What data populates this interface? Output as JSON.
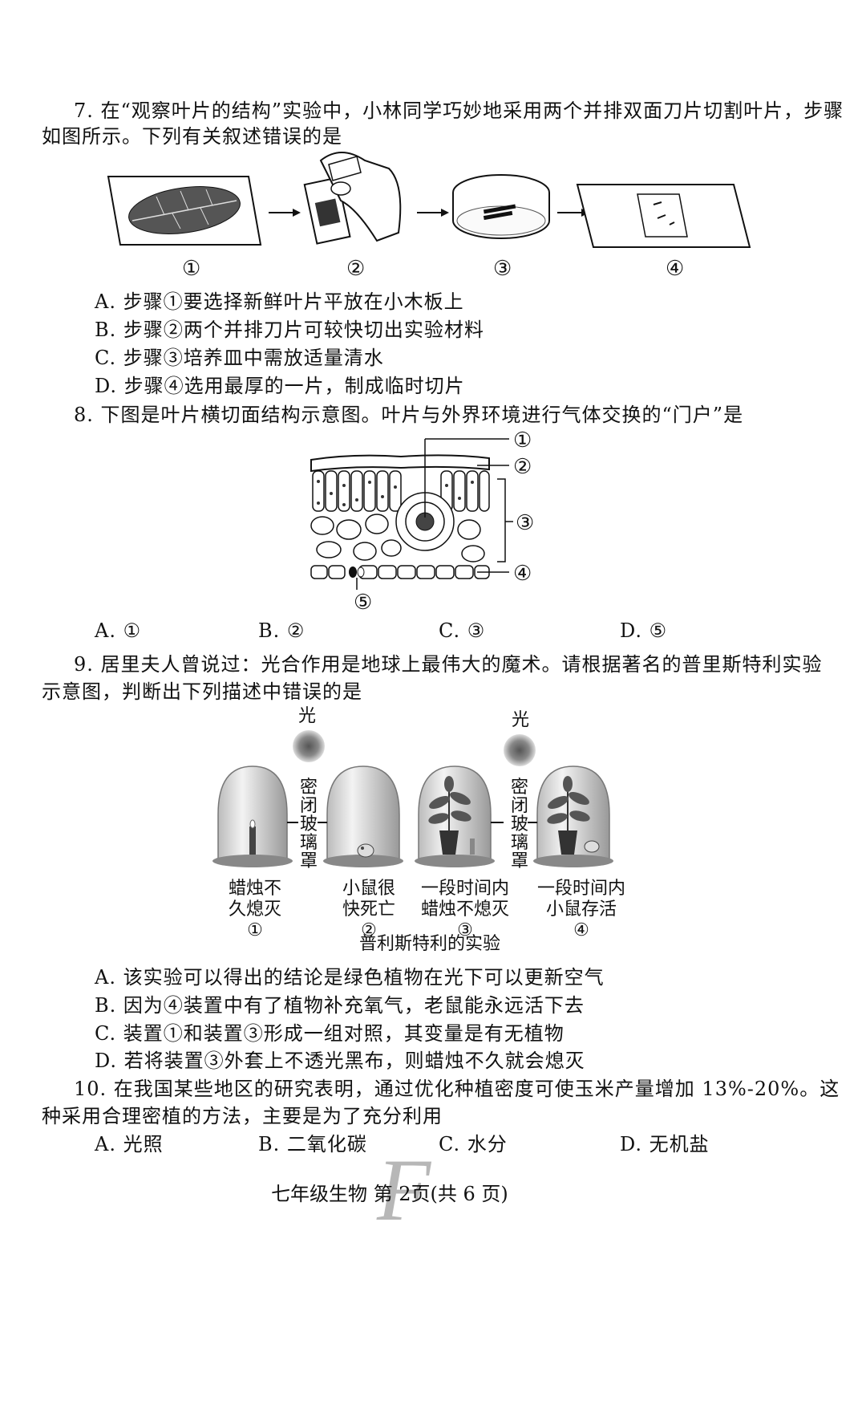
{
  "q7": {
    "line1": "7. 在“观察叶片的结构”实验中，小林同学巧妙地采用两个并排双面刀片切割叶片，步骤",
    "line2": "如图所示。下列有关叙述错误的是",
    "step_labels": [
      "①",
      "②",
      "③",
      "④"
    ],
    "options": [
      "A. 步骤①要选择新鲜叶片平放在小木板上",
      "B. 步骤②两个并排刀片可较快切出实验材料",
      "C. 步骤③培养皿中需放适量清水",
      "D. 步骤④选用最厚的一片，制成临时切片"
    ]
  },
  "q8": {
    "line1": "8. 下图是叶片横切面结构示意图。叶片与外界环境进行气体交换的“门户”是",
    "labels": [
      "①",
      "②",
      "③",
      "④",
      "⑤"
    ],
    "options": [
      "A. ①",
      "B. ②",
      "C. ③",
      "D. ⑤"
    ]
  },
  "q9": {
    "line1": "9. 居里夫人曾说过：光合作用是地球上最伟大的魔术。请根据著名的普里斯特利实验",
    "line2": "示意图，判断出下列描述中错误的是",
    "light": "光",
    "jar_text": [
      "密",
      "闭",
      "玻",
      "璃",
      "罩"
    ],
    "captions": [
      [
        "蜡烛不",
        "久熄灭",
        "①"
      ],
      [
        "小鼠很",
        "快死亡",
        "②"
      ],
      [
        "一段时间内",
        "蜡烛不熄灭",
        "③"
      ],
      [
        "一段时间内",
        "小鼠存活",
        "④"
      ]
    ],
    "figure_title": "普利斯特利的实验",
    "options": [
      "A. 该实验可以得出的结论是绿色植物在光下可以更新空气",
      "B. 因为④装置中有了植物补充氧气，老鼠能永远活下去",
      "C. 装置①和装置③形成一组对照，其变量是有无植物",
      "D. 若将装置③外套上不透光黑布，则蜡烛不久就会熄灭"
    ]
  },
  "q10": {
    "line1": "10. 在我国某些地区的研究表明，通过优化种植密度可使玉米产量增加 13%-20%。这",
    "line2": "种采用合理密植的方法，主要是为了充分利用",
    "options": [
      "A. 光照",
      "B. 二氧化碳",
      "C. 水分",
      "D. 无机盐"
    ]
  },
  "footer": {
    "text": "七年级生物  第 2页(共 6 页)",
    "watermark": "F"
  }
}
